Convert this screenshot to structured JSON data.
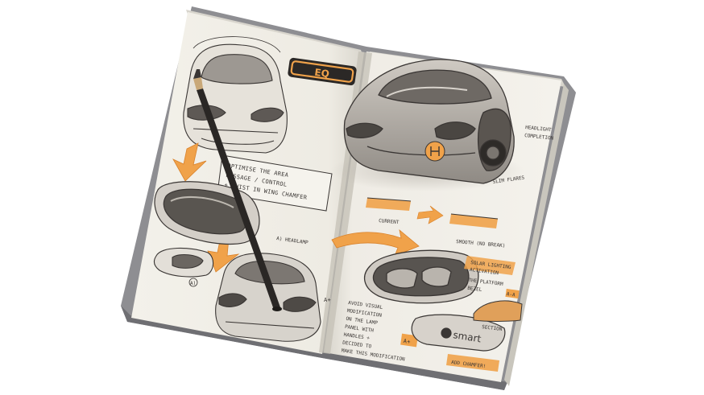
{
  "colors": {
    "paper": "#f1efe8",
    "ink": "#3a3634",
    "orange_marker": "#f0a24a",
    "orange_dark": "#d9822b",
    "cover_grey": "#8e8e92"
  },
  "left_page": {
    "logo_text": "EQ",
    "note_box_lines": [
      "OPTIMISE THE AREA",
      "PASSAGE / CONTROL",
      "+ TWIST IN WING CHAMFER"
    ],
    "label_headlamp": "A) HEADLAMP",
    "label_a": "A)",
    "label_side": "A+"
  },
  "right_page": {
    "note_headlight_lines": [
      "HEADLIGHT",
      "COMPLETION"
    ],
    "note_slim_lines": [
      "SLIM FLARES"
    ],
    "label_current": "CURRENT",
    "label_smooth": "SMOOTH (NO BREAK)",
    "note_signature_lines": [
      "SOLAR LIGHTING",
      "ACTIVATION",
      "THE PLATFORM",
      "BEZEL"
    ],
    "note_bottom_lines": [
      "AVOID VISUAL",
      "MODIFICATION",
      "ON THE LAMP",
      "PANEL WITH",
      "HANDLES +",
      "DECIDED TO",
      "MAKE THIS MODIFICATION"
    ],
    "label_aplus": "A+",
    "label_section": "SECTION",
    "label_smart": "smart",
    "label_add_chamfer": "ADD CHAMFER!",
    "label_section_badge": "A-A"
  }
}
